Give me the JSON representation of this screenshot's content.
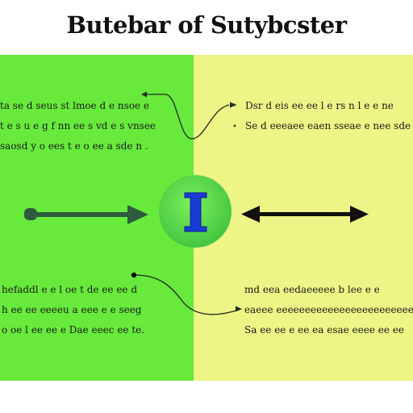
{
  "title": "Butebar of Sutybcster",
  "colors": {
    "left_panel": "#67ea3c",
    "right_panel": "#ecf585",
    "left_arrow": "#2e5a3e",
    "right_arrow": "#111111",
    "center_circle": "#52d34a",
    "center_icon": "#1a3ad6"
  },
  "icons": {
    "center": "i-beam-icon",
    "left_arrow": "right-arrow-icon",
    "right_arrow": "double-headed-arrow-icon"
  },
  "blocks": {
    "left_top": {
      "lines": [
        "ta se d seus st  lmoe d e nsoe e ",
        "t e s u  e g f nn ee s vd e s vnsee",
        "saosd y o ees t e  o  ee a sde n ."
      ]
    },
    "right_top": {
      "lines": [
        "Dsr d eis ee ee l e rs n  l e e ne",
        "Se d eeeaee eaen sseae e nee sde",
        ""
      ]
    },
    "left_bottom": {
      "lines": [
        "hefaddl e e  l oe   t de ee  ee d",
        "h  ee ee eeeeu a eee e e seeg",
        "o oe  l ee ee e  Dae eeec  ee  te."
      ]
    },
    "right_bottom": {
      "lines": [
        "md eea  eedaeeeee  b   lee e e",
        "eaeee eeeeeeeeeeeeeeeeeeeeeeee",
        "Sa ee ee  e ee ea  esae eeee ee  ee"
      ]
    }
  }
}
